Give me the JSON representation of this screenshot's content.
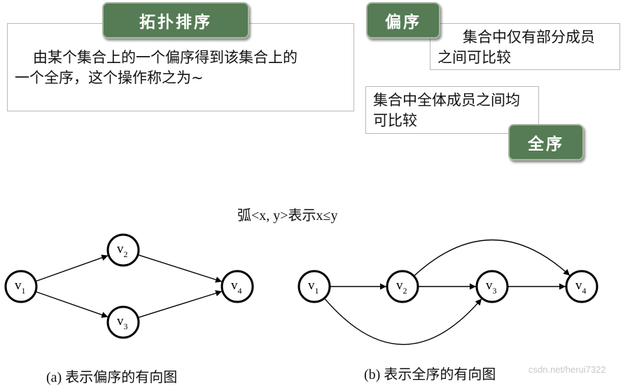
{
  "topo": {
    "title": "拓扑排序",
    "text_line1": "由某个集合上的一个偏序得到该集合上的",
    "text_line2": "一个全序，这个操作称之为~"
  },
  "partial": {
    "title": "偏序",
    "text_line1": "集合中仅有部分成员",
    "text_line2": "之间可比较"
  },
  "total": {
    "title": "全序",
    "text_line1": "集合中全体成员之间均",
    "text_line2": "可比较"
  },
  "arc_note": "弧<x, y>表示x≤y",
  "graph_a": {
    "caption": "(a) 表示偏序的有向图",
    "nodes": [
      {
        "id": "v1",
        "base": "v",
        "sub": "1"
      },
      {
        "id": "v2",
        "base": "v",
        "sub": "2"
      },
      {
        "id": "v3",
        "base": "v",
        "sub": "3"
      },
      {
        "id": "v4",
        "base": "v",
        "sub": "4"
      }
    ],
    "edges": [
      [
        "v1",
        "v2"
      ],
      [
        "v1",
        "v3"
      ],
      [
        "v2",
        "v4"
      ],
      [
        "v3",
        "v4"
      ]
    ]
  },
  "graph_b": {
    "caption": "(b) 表示全序的有向图",
    "nodes": [
      {
        "id": "v1",
        "base": "v",
        "sub": "1"
      },
      {
        "id": "v2",
        "base": "v",
        "sub": "2"
      },
      {
        "id": "v3",
        "base": "v",
        "sub": "3"
      },
      {
        "id": "v4",
        "base": "v",
        "sub": "4"
      }
    ],
    "edges": [
      [
        "v1",
        "v2"
      ],
      [
        "v2",
        "v3"
      ],
      [
        "v3",
        "v4"
      ],
      [
        "v2",
        "v4"
      ],
      [
        "v1",
        "v3"
      ]
    ]
  },
  "watermark": "csdn.net/herui7322"
}
